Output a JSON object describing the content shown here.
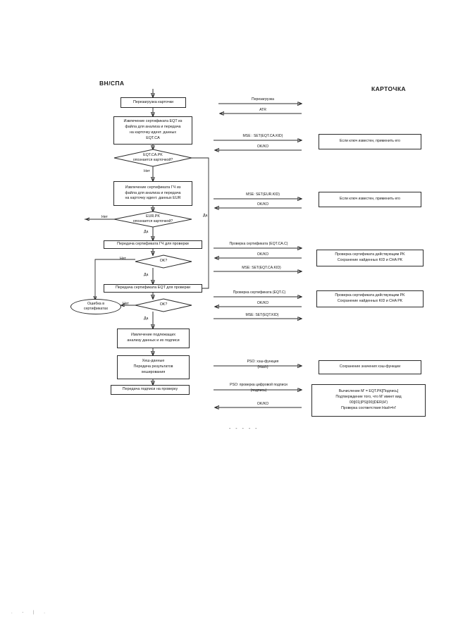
{
  "diagram": {
    "title_left": "ВН/СПА",
    "title_right": "КАРТОЧКА",
    "bottom_separator": "- - - - -",
    "scan_artifact": ". - | ."
  },
  "left_flow": {
    "nodes": [
      {
        "id": "reset",
        "type": "process",
        "text": "Перезагрузка карточки"
      },
      {
        "id": "extract_eqt",
        "type": "process",
        "line1": "Извлечение сертификата EQT из",
        "line2": "файла для анализа и передача",
        "line3": "на карточку идент. данных",
        "line4": "EQT.CA"
      },
      {
        "id": "d_eqtcapk",
        "type": "decision",
        "line1": "EQT.CA.PK",
        "line2": "опознается карточкой?"
      },
      {
        "id": "extract_eur",
        "type": "process",
        "line1": "Извлечение сертификата ГЧ из",
        "line2": "файла для анализа и передача",
        "line3": "на карточку идент. данных EUR"
      },
      {
        "id": "d_eurpk",
        "type": "decision",
        "line1": "EUR.PK",
        "line2": "опознается карточкой?"
      },
      {
        "id": "send_gch",
        "type": "process",
        "text": "Передача сертификата ГЧ для проверки"
      },
      {
        "id": "d_ok1",
        "type": "decision",
        "line1": "OK?"
      },
      {
        "id": "send_eqt",
        "type": "process",
        "text": "Передача сертификата EQT для проверки"
      },
      {
        "id": "d_ok2",
        "type": "decision",
        "line1": "OK?"
      },
      {
        "id": "error",
        "type": "terminator",
        "line1": "Ошибка в",
        "line2": "сертификатах"
      },
      {
        "id": "extract_data",
        "type": "process",
        "line1": "Извлечение подлежащих",
        "line2": "анализу данных и их подписи"
      },
      {
        "id": "hash_data",
        "type": "process",
        "line1": "Хеш-данные",
        "line2": "Передача результатов",
        "line3": "хеширования"
      },
      {
        "id": "send_sig",
        "type": "process",
        "text": "Передача подписи на проверку"
      }
    ],
    "branch_labels": {
      "no": "Нет",
      "yes": "Да"
    }
  },
  "messages": [
    {
      "id": "m_reset",
      "dir": "right",
      "text": "Перезагрузка"
    },
    {
      "id": "m_atr",
      "dir": "left",
      "text": "ATR"
    },
    {
      "id": "m_mse1",
      "dir": "right",
      "text": "MSE : SET(EQT.CA.KID)"
    },
    {
      "id": "m_okko1",
      "dir": "left",
      "text": "OK/KO"
    },
    {
      "id": "m_mse2",
      "dir": "right",
      "text": "MSE: SET(EUR.KID)"
    },
    {
      "id": "m_okko2",
      "dir": "left",
      "text": "OK/KO"
    },
    {
      "id": "m_ver1",
      "dir": "right",
      "text": "Проверка сертификата (EQT.CA.C)"
    },
    {
      "id": "m_okko3",
      "dir": "left",
      "text": "OK/KO"
    },
    {
      "id": "m_mse3",
      "dir": "right",
      "text": "MSE:  SET(EQT.CA.KID)"
    },
    {
      "id": "m_ver2",
      "dir": "right",
      "text": "Проверка сертификата (EQT.C)"
    },
    {
      "id": "m_okko4",
      "dir": "left",
      "text": "OK/KO"
    },
    {
      "id": "m_mse4",
      "dir": "right",
      "text": "MSE:  SET(EQT.KID)"
    },
    {
      "id": "m_pso1",
      "dir": "right",
      "line1": "PSO:  хэш-функция",
      "line2": "(Hash)"
    },
    {
      "id": "m_pso2",
      "dir": "right",
      "line1": "PSO: проверка цифровой подписи",
      "line2": "(подпись)"
    },
    {
      "id": "m_okko5",
      "dir": "left",
      "text": "OK/KO"
    }
  ],
  "card_notes": [
    {
      "id": "n_key1",
      "line1": "Если ключ известен, применить его"
    },
    {
      "id": "n_key2",
      "line1": "Если ключ известен, применить его"
    },
    {
      "id": "n_ver1",
      "line1": "Проверка сертификата действующим PK",
      "line2": "Сохранение найденных KID и CHA PK"
    },
    {
      "id": "n_ver2",
      "line1": "Проверка сертификата действующим PK",
      "line2": "Сохранение найденных KID и CHA PK"
    },
    {
      "id": "n_hash",
      "line1": "Сохранение значения хэш-функции"
    },
    {
      "id": "n_sig",
      "line1": "Вычисление M' = EQT.PK[Подпись]",
      "line2": "Подтверждение того, что M' имеет вид",
      "line3": "00||01||PS||00||DER(H')",
      "line4": "Проверка соответствия Hash=H'"
    }
  ]
}
